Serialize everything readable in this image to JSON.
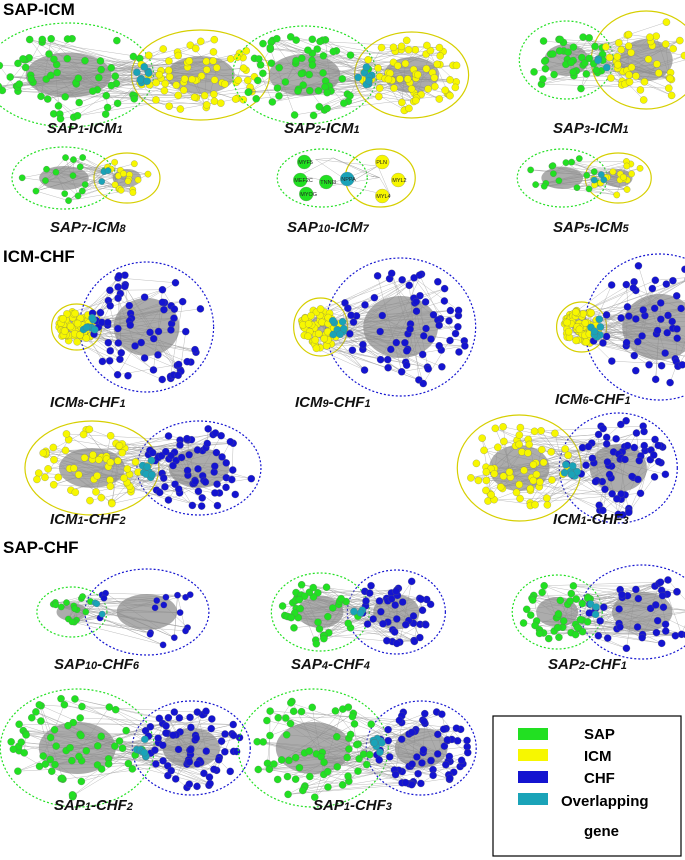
{
  "sections": [
    {
      "title": "SAP-ICM"
    },
    {
      "title": "ICM-CHF"
    },
    {
      "title": "SAP-CHF"
    }
  ],
  "colors": {
    "SAP": "#22e022",
    "ICM": "#f7f700",
    "CHF": "#1414d0",
    "Overlapping": "#1aa3b8",
    "edge": "#8a8a8a",
    "dense": "#909090"
  },
  "networks": [
    {
      "caption": [
        "SAP",
        "1",
        "-ICM",
        "1"
      ],
      "left": "SAP",
      "right": "ICM",
      "size": "large"
    },
    {
      "caption": [
        "SAP",
        "2",
        "-ICM",
        "1"
      ],
      "left": "SAP",
      "right": "ICM",
      "size": "large"
    },
    {
      "caption": [
        "SAP",
        "3",
        "-ICM",
        "1"
      ],
      "left": "SAP",
      "right": "ICM",
      "size": "medium"
    },
    {
      "caption": [
        "SAP",
        "7",
        "-ICM",
        "8"
      ],
      "left": "SAP",
      "right": "ICM",
      "size": "small"
    },
    {
      "caption": [
        "SAP",
        "10",
        "-ICM",
        "7"
      ],
      "left": "SAP",
      "right": "ICM",
      "size": "tiny",
      "node_labels": [
        "MEF2C",
        "MYF5",
        "MYOG",
        "TNNI3",
        "NPPA",
        "PLN",
        "MYL2",
        "MYL4"
      ]
    },
    {
      "caption": [
        "SAP",
        "5",
        "-ICM",
        "5"
      ],
      "left": "SAP",
      "right": "ICM",
      "size": "small"
    },
    {
      "caption": [
        "ICM",
        "8",
        "-CHF",
        "1"
      ],
      "left": "ICM",
      "right": "CHF",
      "size": "large"
    },
    {
      "caption": [
        "ICM",
        "9",
        "-CHF",
        "1"
      ],
      "left": "ICM",
      "right": "CHF",
      "size": "large"
    },
    {
      "caption": [
        "ICM",
        "6",
        "-CHF",
        "1"
      ],
      "left": "ICM",
      "right": "CHF",
      "size": "large"
    },
    {
      "caption": [
        "ICM",
        "1",
        "-CHF",
        "2"
      ],
      "left": "ICM",
      "right": "CHF",
      "size": "large"
    },
    {
      "caption": [
        "ICM",
        "1",
        "-CHF",
        "3"
      ],
      "left": "ICM",
      "right": "CHF",
      "size": "large"
    },
    {
      "caption": [
        "SAP",
        "10",
        "-CHF",
        "6"
      ],
      "left": "SAP",
      "right": "CHF",
      "size": "small"
    },
    {
      "caption": [
        "SAP",
        "4",
        "-CHF",
        "4"
      ],
      "left": "SAP",
      "right": "CHF",
      "size": "medium"
    },
    {
      "caption": [
        "SAP",
        "2",
        "-CHF",
        "1"
      ],
      "left": "SAP",
      "right": "CHF",
      "size": "medium"
    },
    {
      "caption": [
        "SAP",
        "1",
        "-CHF",
        "2"
      ],
      "left": "SAP",
      "right": "CHF",
      "size": "large"
    },
    {
      "caption": [
        "SAP",
        "1",
        "-CHF",
        "3"
      ],
      "left": "SAP",
      "right": "CHF",
      "size": "large"
    }
  ],
  "legend": {
    "items": [
      {
        "label": "SAP",
        "color": "#22e022"
      },
      {
        "label": "ICM",
        "color": "#f7f700"
      },
      {
        "label": "CHF",
        "color": "#1414d0"
      },
      {
        "label": "Overlapping",
        "color": "#1aa3b8"
      }
    ],
    "extra": "gene"
  }
}
